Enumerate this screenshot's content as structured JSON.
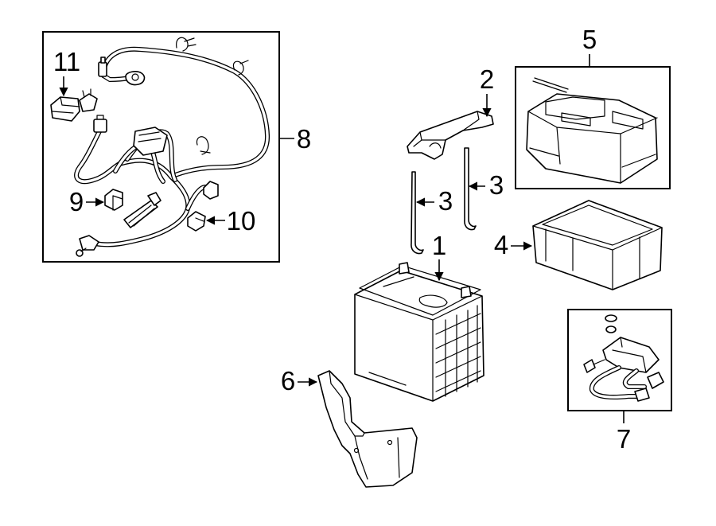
{
  "callouts": {
    "battery": "1",
    "hold_down": "2",
    "bolt_a": "3",
    "bolt_b": "3",
    "tray": "4",
    "cover": "5",
    "shield": "6",
    "ground_cable": "7",
    "harness": "8",
    "clip_9": "9",
    "clip_10": "10",
    "sensor_11": "11"
  }
}
